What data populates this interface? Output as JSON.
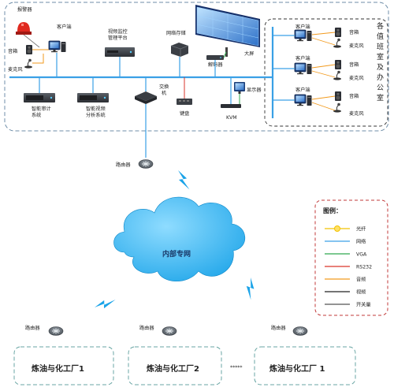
{
  "top_left": {
    "alarm": "报警器",
    "speaker": "音箱",
    "mic": "麦克风",
    "client": "客户端"
  },
  "servers": {
    "vms": "视频监控\n管理平台",
    "storage": "网络存储",
    "decoder": "解码器",
    "bigscreen": "大屏",
    "audit": "智能审计\n系统",
    "video_analysis": "智能视频\n分析系统",
    "switch": "交换\n机",
    "keyboard": "键盘",
    "kvm": "KVM",
    "monitor": "显示器"
  },
  "offices": {
    "title": "各值班室及办公室",
    "client": "客户端",
    "speaker": "音箱",
    "mic": "麦克风"
  },
  "network": {
    "router": "路由器",
    "cloud": "内部专网"
  },
  "legend": {
    "title": "图例：",
    "items": [
      {
        "label": "光纤",
        "color": "#f2c200"
      },
      {
        "label": "网络",
        "color": "#3aa0e6"
      },
      {
        "label": "VGA",
        "color": "#2fa84f"
      },
      {
        "label": "RS232",
        "color": "#d9362b"
      },
      {
        "label": "音频",
        "color": "#f29a1e"
      },
      {
        "label": "视频",
        "color": "#222222"
      },
      {
        "label": "开关量",
        "color": "#555555"
      }
    ]
  },
  "plants": {
    "p1": "炼油与化工厂1",
    "p2": "炼油与化工厂2",
    "p3": "炼油与化工厂 1",
    "dots": "*****"
  }
}
